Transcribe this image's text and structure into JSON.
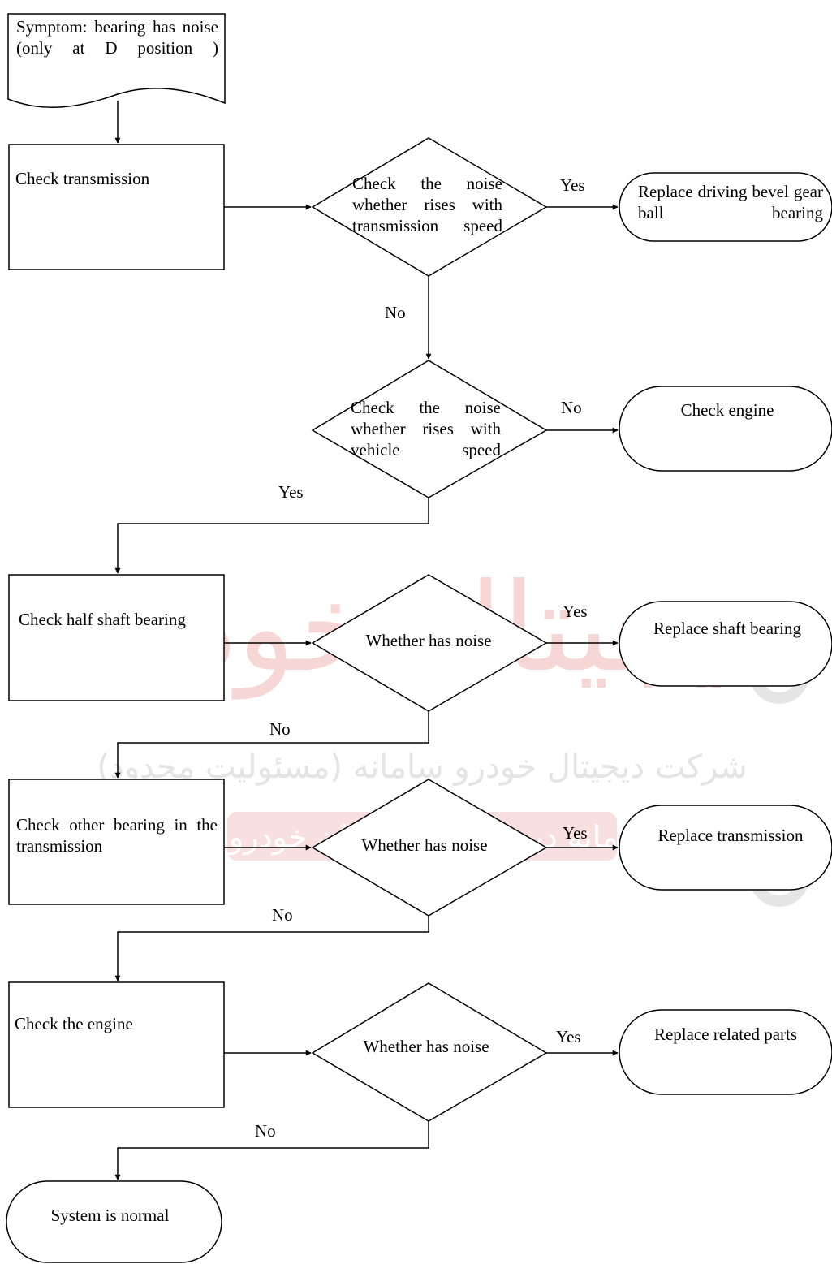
{
  "watermark": {
    "line1": "شرکت دیجیتال خودرو سامانه (مسئولیت محدود)",
    "line2": "اولین سامانه دیجیتال تعمیرکاران خودرو در ایران",
    "logo": "دیجیتال خودرو"
  },
  "nodes": {
    "symptom": "Symptom: bearing has noise (only at D position )",
    "check_transmission": "Check transmission",
    "d1": "Check the noise whether rises with transmission speed",
    "r1": "Replace driving bevel gear ball bearing",
    "d2": "Check the noise whether rises with vehicle speed",
    "r2": "Check engine",
    "check_half_shaft": "Check half shaft bearing",
    "d3": "Whether has noise",
    "r3": "Replace shaft bearing",
    "check_other": "Check other bearing in the transmission",
    "d4": "Whether has noise",
    "r4": "Replace transmission",
    "check_engine": "Check the engine",
    "d5": "Whether has noise",
    "r5": "Replace related parts",
    "end": "System is normal"
  },
  "labels": {
    "yes1": "Yes",
    "no1": "No",
    "no2": "No",
    "yes2": "Yes",
    "yes3": "Yes",
    "no3": "No",
    "yes4": "Yes",
    "no4": "No",
    "yes5": "Yes",
    "no5": "No"
  }
}
